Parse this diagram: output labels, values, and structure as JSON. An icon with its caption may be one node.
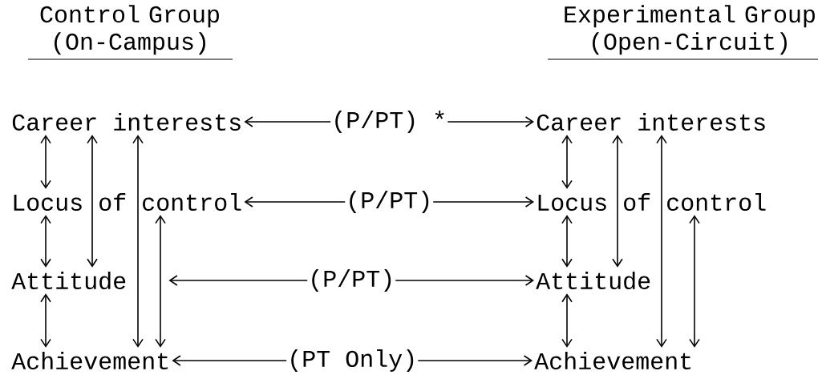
{
  "diagram": {
    "nodes": [
      {
        "text": [
          "Career interests"
        ]
      },
      {
        "text": [
          "Locus of control"
        ]
      },
      {
        "text": [
          "Attitude"
        ]
      },
      {
        "text": [
          "Achievement"
        ]
      },
      {
        "text": [
          "Career interests"
        ]
      },
      {
        "text": [
          "Locus of control"
        ]
      },
      {
        "text": [
          "Attitude"
        ]
      },
      {
        "text": [
          "Achievement"
        ]
      }
    ],
    "edges": [
      {
        "from": 0,
        "to": 4,
        "arrow": "both",
        "label": "(P/PT) *"
      },
      {
        "from": 1,
        "to": 5,
        "arrow": "both",
        "label": "(P/PT)"
      },
      {
        "from": 2,
        "to": 6,
        "arrow": "both",
        "label": "(P/PT)"
      },
      {
        "from": 3,
        "to": 7,
        "arrow": "both",
        "label": "(PT Only)"
      },
      {
        "from": 0,
        "to": 1,
        "arrow": "both"
      },
      {
        "from": 1,
        "to": 2,
        "arrow": "both"
      },
      {
        "from": 2,
        "to": 3,
        "arrow": "both"
      },
      {
        "from": 0,
        "to": 2,
        "arrow": "both"
      },
      {
        "from": 0,
        "to": 3,
        "arrow": "both"
      },
      {
        "from": 1,
        "to": 3,
        "arrow": "both"
      },
      {
        "from": 4,
        "to": 5,
        "arrow": "both"
      },
      {
        "from": 5,
        "to": 6,
        "arrow": "both"
      },
      {
        "from": 6,
        "to": 7,
        "arrow": "both"
      },
      {
        "from": 4,
        "to": 6,
        "arrow": "both"
      },
      {
        "from": 4,
        "to": 7,
        "arrow": "both"
      },
      {
        "from": 5,
        "to": 7,
        "arrow": "both"
      }
    ],
    "labels": [
      "Control Group (On-Campus)",
      "Experimental Group (Open-Circuit)"
    ]
  }
}
